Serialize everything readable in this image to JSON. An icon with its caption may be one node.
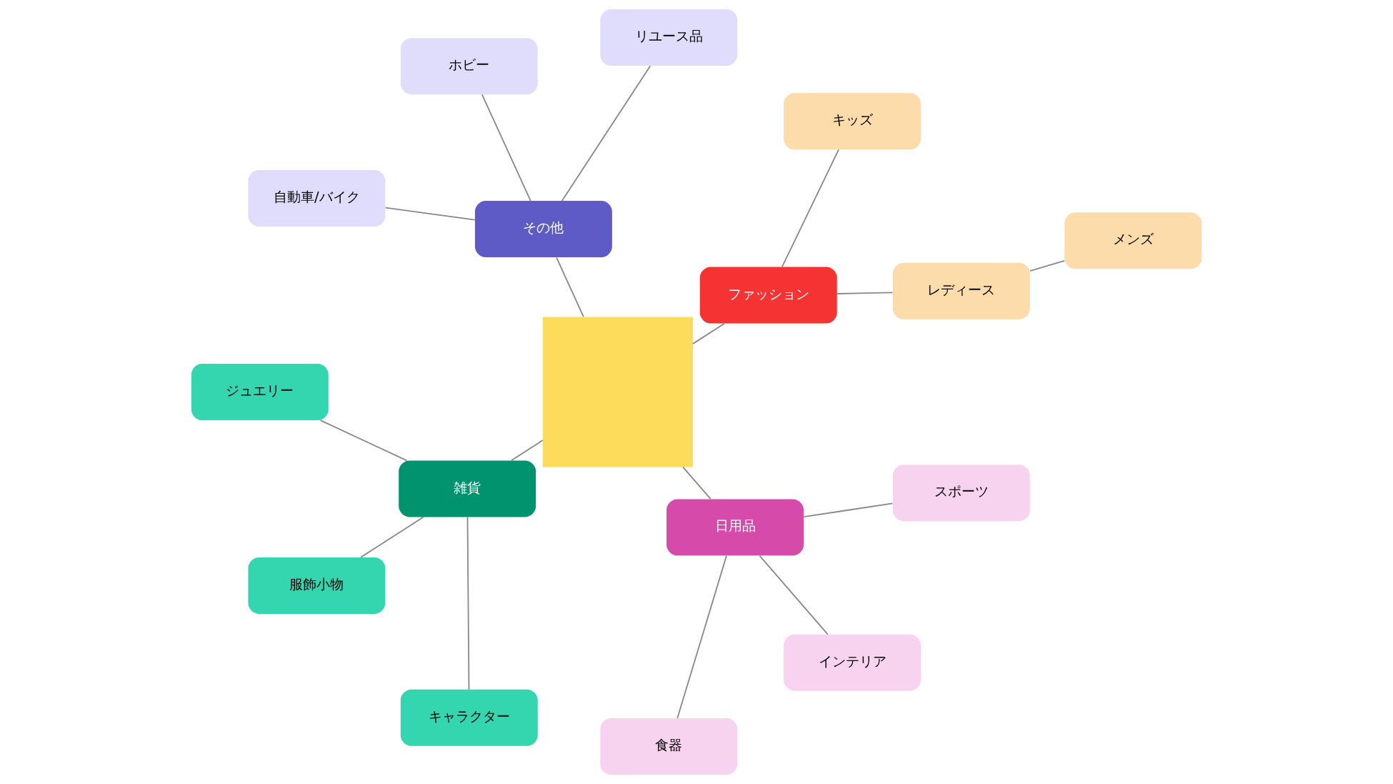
{
  "diagram": {
    "nodes": [
      {
        "text": [
          "メンズ"
        ]
      },
      {
        "text": [
          "レディース"
        ]
      },
      {
        "text": [
          "キッズ"
        ]
      },
      {
        "text": [
          "ファッション"
        ]
      },
      {
        "text": [
          "リユース品"
        ]
      },
      {
        "text": [
          "ジュエリー"
        ]
      },
      {
        "text": [
          "その他"
        ]
      },
      {
        "text": [],
        "shape": "box"
      },
      {
        "text": [
          "雑貨"
        ]
      },
      {
        "text": [
          "ホビー"
        ]
      },
      {
        "text": [
          "服飾小物"
        ]
      },
      {
        "text": [
          "自動車/バイク"
        ]
      },
      {
        "text": [
          "キャラクター"
        ]
      },
      {
        "text": [
          "日用品"
        ]
      },
      {
        "text": [
          "食器"
        ]
      },
      {
        "text": [
          "インテリア"
        ]
      },
      {
        "text": [
          "スポーツ"
        ]
      }
    ],
    "edges": [
      {
        "from": 0,
        "to": 1,
        "arrow": "none"
      },
      {
        "from": 3,
        "to": 1,
        "arrow": "none"
      },
      {
        "from": 3,
        "to": 2,
        "arrow": "none"
      },
      {
        "from": 7,
        "to": 3,
        "arrow": "none"
      },
      {
        "from": 7,
        "to": 6,
        "arrow": "none"
      },
      {
        "from": 7,
        "to": 8,
        "arrow": "none"
      },
      {
        "from": 7,
        "to": 13,
        "arrow": "none"
      },
      {
        "from": 6,
        "to": 4,
        "arrow": "none"
      },
      {
        "from": 6,
        "to": 9,
        "arrow": "none"
      },
      {
        "from": 6,
        "to": 11,
        "arrow": "none"
      },
      {
        "from": 8,
        "to": 5,
        "arrow": "none"
      },
      {
        "from": 8,
        "to": 10,
        "arrow": "none"
      },
      {
        "from": 8,
        "to": 12,
        "arrow": "none"
      },
      {
        "from": 13,
        "to": 14,
        "arrow": "none"
      },
      {
        "from": 13,
        "to": 15,
        "arrow": "none"
      },
      {
        "from": 13,
        "to": 16,
        "arrow": "none"
      }
    ]
  }
}
